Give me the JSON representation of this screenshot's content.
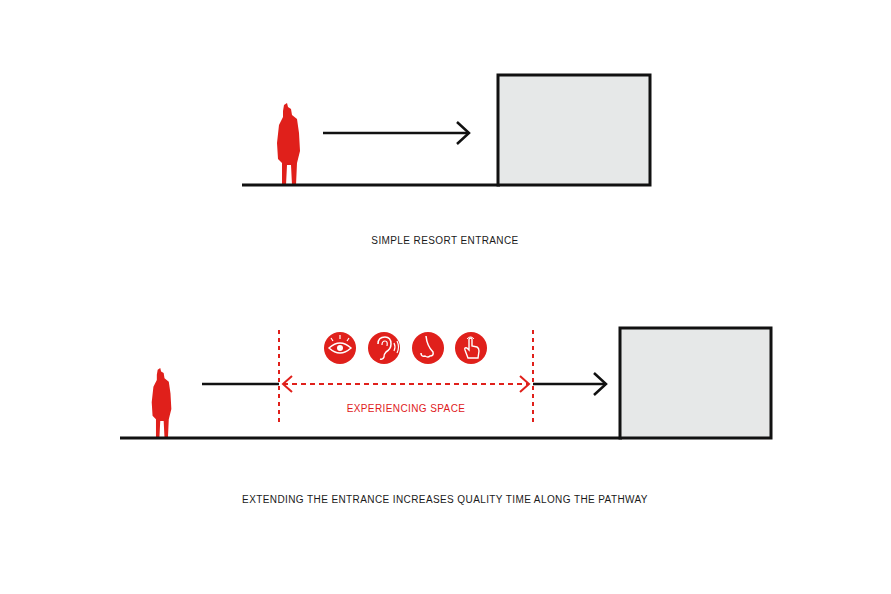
{
  "diagram": {
    "labels": [
      "SIMPLE RESORT ENTRANCE",
      "EXPERIENCING SPACE",
      "EXTENDING THE ENTRANCE INCREASES QUALITY TIME ALONG THE PATHWAY"
    ]
  }
}
